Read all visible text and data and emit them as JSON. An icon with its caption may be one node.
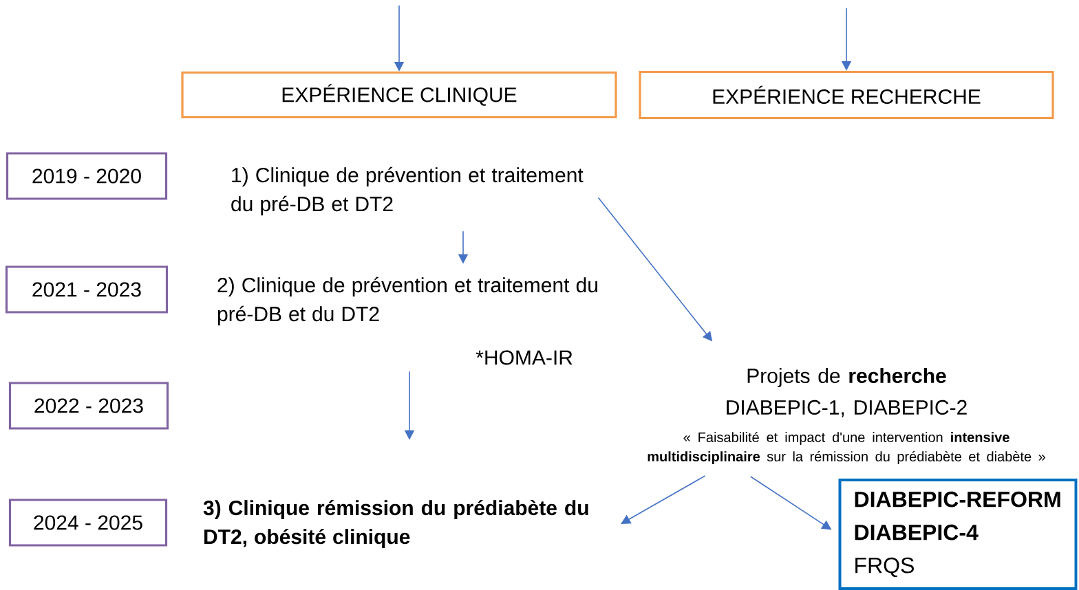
{
  "diagram": {
    "nodes": [
      {
        "text": [
          "EXPÉRIENCE CLINIQUE"
        ]
      },
      {
        "text": [
          "EXPÉRIENCE RECHERCHE"
        ]
      },
      {
        "text": [
          "2019 - 2020"
        ]
      },
      {
        "text": [
          "1) Clinique de prévention et traitement du pré-DB et DT2"
        ]
      },
      {
        "text": [
          "2021 - 2023"
        ]
      },
      {
        "text": [
          "2) Clinique de prévention et traitement du pré-DB et du DT2"
        ],
        "beside": [
          "*HOMA-IR"
        ]
      },
      {
        "text": [
          "2022 - 2023"
        ]
      },
      {
        "text": [
          "Projets de **recherche**",
          "DIABEPIC-1, DIABEPIC-2",
          "« Faisabilité et impact d'une intervention **intensive multidisciplinaire** sur la rémission du prédiabète et diabète »"
        ]
      },
      {
        "text": [
          "2024 - 2025"
        ]
      },
      {
        "text": [
          "3) Clinique rémission du prédiabète du DT2, obésité clinique"
        ]
      },
      {
        "text": [
          "DIABEPIC-REFORM",
          "DIABEPIC-4",
          "FRQS"
        ]
      }
    ],
    "edges": [
      {
        "from": null,
        "to": 0,
        "arrow": "to"
      },
      {
        "from": null,
        "to": 1,
        "arrow": "to"
      },
      {
        "from": 3,
        "to": 5,
        "arrow": "to"
      },
      {
        "from": 3,
        "to": 7,
        "arrow": "to"
      },
      {
        "from": 5,
        "to": 9,
        "arrow": "to"
      },
      {
        "from": 7,
        "to": 9,
        "arrow": "to"
      },
      {
        "from": 7,
        "to": 10,
        "arrow": "to"
      }
    ]
  }
}
